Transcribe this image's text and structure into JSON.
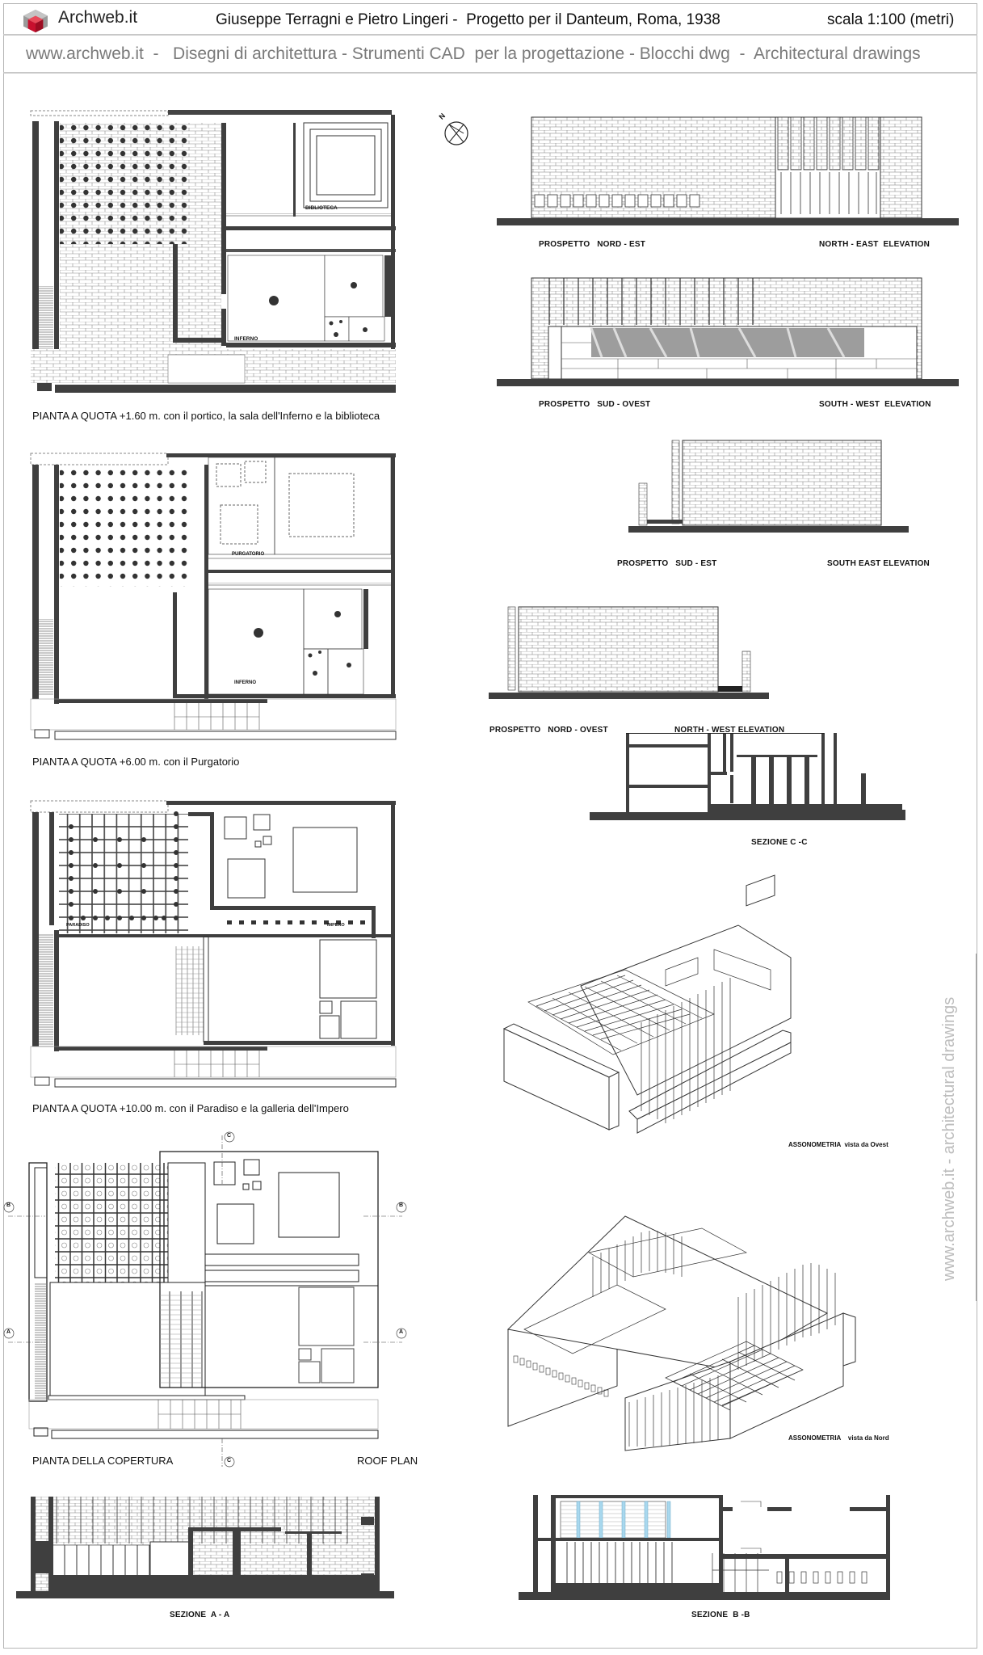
{
  "header": {
    "brand": "Archweb.it",
    "logo_icon": "cube-logo-icon",
    "title": "Giuseppe Terragni e Pietro Lingeri -  Progetto per il Danteum, Roma, 1938",
    "scale": "scala 1:100 (metri)",
    "subline": "www.archweb.it  -   Disegni di architettura - Strumenti CAD  per la progettazione - Blocchi dwg  -  Architectural drawings"
  },
  "watermark": "www.archweb.it - architectural drawings",
  "colors": {
    "wall": "#3f3f3f",
    "line": "#222222",
    "hatch": "#9a9a9a",
    "frieze": "#8c8c8c",
    "glass_blue": "#a9d8ee",
    "logo_red": "#c8102e",
    "logo_grey": "#8a8a8a",
    "subline_grey": "#7a7a7a"
  },
  "plans": [
    {
      "id": "plan-1",
      "caption": "PIANTA A QUOTA +1.60 m. con il portico, la sala dell'Inferno e la biblioteca",
      "room_labels": [
        "BIBLIOTECA",
        "INFERNO"
      ],
      "compass": "N"
    },
    {
      "id": "plan-2",
      "caption": "PIANTA A QUOTA +6.00 m. con il Purgatorio",
      "room_labels": [
        "PURGATORIO",
        "INFERNO"
      ]
    },
    {
      "id": "plan-3",
      "caption": "PIANTA A QUOTA +10.00 m. con il Paradiso e la galleria dell'Impero",
      "room_labels": [
        "PARADISO",
        "IMPERO"
      ]
    },
    {
      "id": "plan-roof",
      "caption_it": "PIANTA DELLA COPERTURA",
      "caption_en": "ROOF PLAN",
      "section_markers": [
        "A",
        "A",
        "B",
        "B",
        "C",
        "C"
      ]
    }
  ],
  "elevations": [
    {
      "id": "elev-ne",
      "caption_it": "PROSPETTO   NORD - EST",
      "caption_en": "NORTH - EAST  ELEVATION"
    },
    {
      "id": "elev-sw",
      "caption_it": "PROSPETTO   SUD - OVEST",
      "caption_en": "SOUTH - WEST  ELEVATION"
    },
    {
      "id": "elev-se",
      "caption_it": "PROSPETTO   SUD - EST",
      "caption_en": "SOUTH EAST ELEVATION"
    },
    {
      "id": "elev-nw",
      "caption_it": "PROSPETTO   NORD - OVEST",
      "caption_en": "NORTH - WEST ELEVATION"
    }
  ],
  "sections": [
    {
      "id": "sec-cc",
      "caption": "SEZIONE C -C"
    },
    {
      "id": "sec-aa",
      "caption": "SEZIONE  A - A"
    },
    {
      "id": "sec-bb",
      "caption": "SEZIONE  B -B"
    }
  ],
  "axonometrics": [
    {
      "id": "axo-west",
      "caption": "ASSONOMETRIA  vista da Ovest"
    },
    {
      "id": "axo-north",
      "caption": "ASSONOMETRIA    vista da Nord"
    }
  ]
}
